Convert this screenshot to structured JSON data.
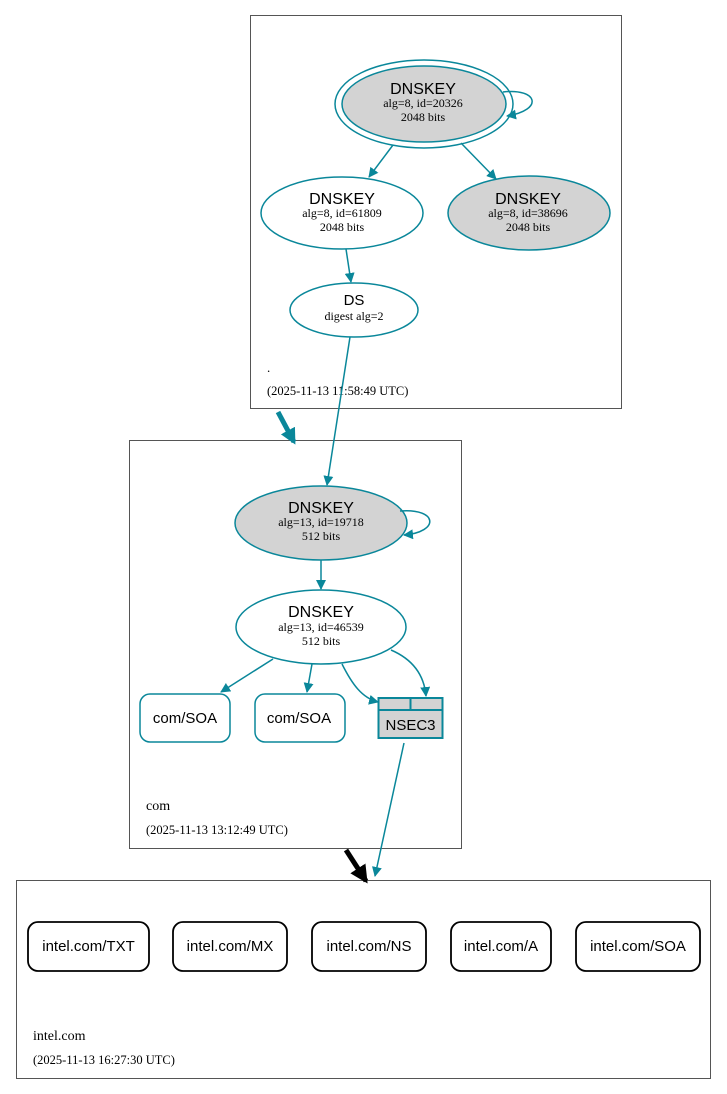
{
  "colors": {
    "edge": "#0a879a",
    "node_fill_grey": "#d3d3d3",
    "node_fill_white": "#ffffff",
    "zone_border": "#555555",
    "delegation_arrow": "#000000",
    "leaf_border": "#000000"
  },
  "zones": {
    "root": {
      "name": ".",
      "timestamp": "(2025-11-13 11:58:49 UTC)",
      "nodes": {
        "ksk": {
          "type": "DNSKEY",
          "line1": "alg=8, id=20326",
          "line2": "2048 bits"
        },
        "zsk1": {
          "type": "DNSKEY",
          "line1": "alg=8, id=61809",
          "line2": "2048 bits"
        },
        "zsk2": {
          "type": "DNSKEY",
          "line1": "alg=8, id=38696",
          "line2": "2048 bits"
        },
        "ds": {
          "type": "DS",
          "line1": "digest alg=2"
        }
      }
    },
    "com": {
      "name": "com",
      "timestamp": "(2025-11-13 13:12:49 UTC)",
      "nodes": {
        "ksk": {
          "type": "DNSKEY",
          "line1": "alg=13, id=19718",
          "line2": "512 bits"
        },
        "zsk": {
          "type": "DNSKEY",
          "line1": "alg=13, id=46539",
          "line2": "512 bits"
        },
        "soa1": {
          "label": "com/SOA"
        },
        "soa2": {
          "label": "com/SOA"
        },
        "nsec3": {
          "label": "NSEC3"
        }
      }
    },
    "intel": {
      "name": "intel.com",
      "timestamp": "(2025-11-13 16:27:30 UTC)",
      "records": [
        "intel.com/TXT",
        "intel.com/MX",
        "intel.com/NS",
        "intel.com/A",
        "intel.com/SOA"
      ]
    }
  }
}
